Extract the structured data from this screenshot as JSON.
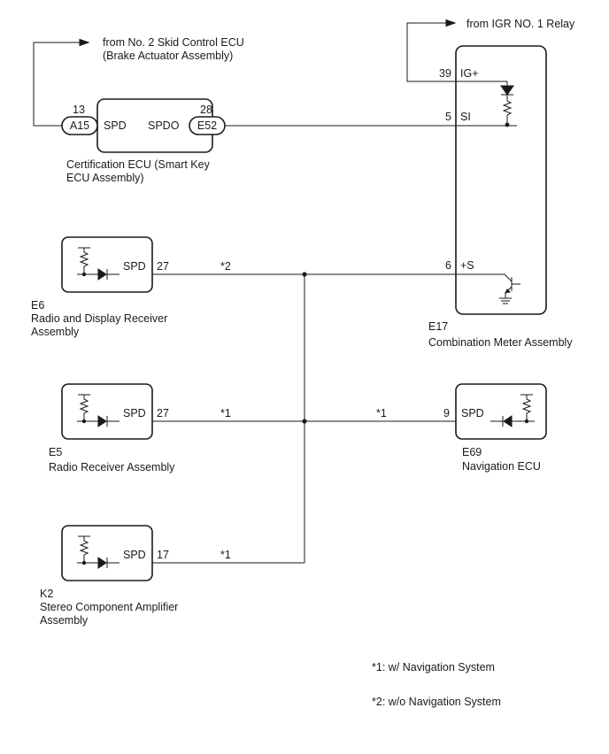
{
  "sources": {
    "igr_relay": "from IGR NO. 1 Relay",
    "skid_control_line1": "from No. 2 Skid Control ECU",
    "skid_control_line2": "(Brake Actuator Assembly)"
  },
  "certification_ecu": {
    "name_line1": "Certification ECU (Smart Key",
    "name_line2": "ECU Assembly)",
    "left_connector": "A15",
    "left_pin": "13",
    "left_terminal": "SPD",
    "right_connector": "E52",
    "right_pin": "28",
    "right_terminal": "SPDO"
  },
  "combination_meter": {
    "code": "E17",
    "name": "Combination Meter Assembly",
    "ig_pin": "39",
    "ig_terminal": "IG+",
    "si_pin": "5",
    "si_terminal": "SI",
    "s_pin": "6",
    "s_terminal": "+S"
  },
  "radio_display": {
    "code": "E6",
    "name_line1": "Radio and Display Receiver",
    "name_line2": "Assembly",
    "terminal": "SPD",
    "pin": "27",
    "note": "*2"
  },
  "radio_receiver": {
    "code": "E5",
    "name": "Radio Receiver Assembly",
    "terminal": "SPD",
    "pin": "27",
    "note": "*1"
  },
  "navigation_ecu": {
    "code": "E69",
    "name": "Navigation ECU",
    "terminal": "SPD",
    "pin": "9",
    "note": "*1"
  },
  "stereo_amp": {
    "code": "K2",
    "name_line1": "Stereo Component Amplifier",
    "name_line2": "Assembly",
    "terminal": "SPD",
    "pin": "17",
    "note": "*1"
  },
  "footnotes": {
    "note1": "*1: w/ Navigation System",
    "note2": "*2: w/o Navigation System"
  }
}
